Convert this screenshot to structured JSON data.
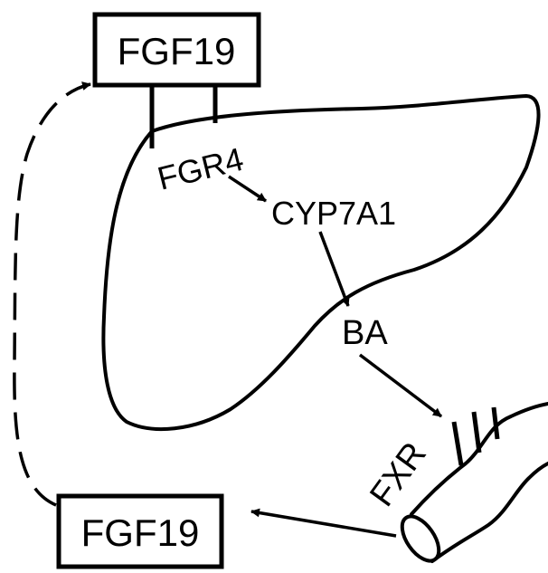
{
  "diagram": {
    "nodes": {
      "fgf19_top": {
        "label": "FGF19"
      },
      "fgr4": {
        "label": "FGR4"
      },
      "cyp7a1": {
        "label": "CYP7A1"
      },
      "ba": {
        "label": "BA"
      },
      "fxr": {
        "label": "FXR"
      },
      "fgf19_bottom": {
        "label": "FGF19"
      }
    },
    "edges": [
      {
        "from": "fgr4",
        "to": "cyp7a1",
        "style": "solid"
      },
      {
        "from": "cyp7a1",
        "to": "ba",
        "style": "solid"
      },
      {
        "from": "ba",
        "to": "fxr",
        "style": "solid"
      },
      {
        "from": "fxr",
        "to": "fgf19_bottom",
        "style": "solid"
      },
      {
        "from": "fgf19_bottom",
        "to": "fgf19_top",
        "style": "dashed"
      }
    ],
    "colors": {
      "ink": "#000000",
      "background": "#ffffff"
    }
  }
}
